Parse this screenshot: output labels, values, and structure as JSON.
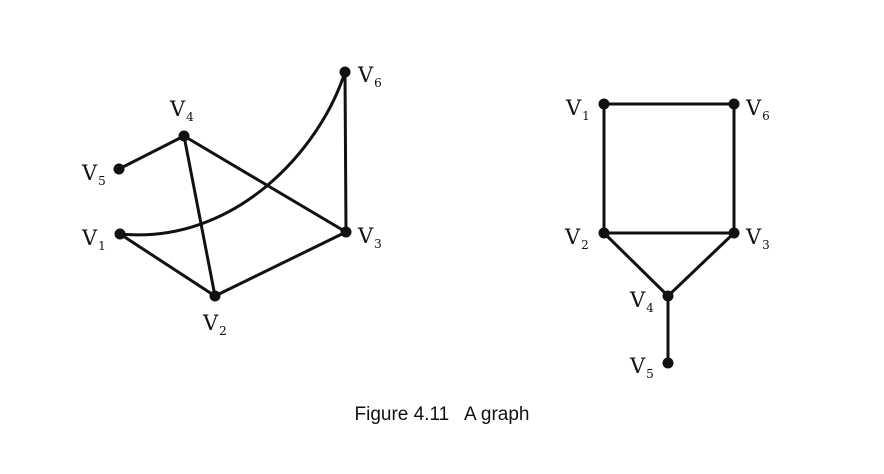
{
  "caption": "Figure 4.11   A graph",
  "graphs": [
    {
      "id": "left",
      "nodes": [
        {
          "id": "v1",
          "label": "V",
          "sub": "1"
        },
        {
          "id": "v2",
          "label": "V",
          "sub": "2"
        },
        {
          "id": "v3",
          "label": "V",
          "sub": "3"
        },
        {
          "id": "v4",
          "label": "V",
          "sub": "4"
        },
        {
          "id": "v5",
          "label": "V",
          "sub": "5"
        },
        {
          "id": "v6",
          "label": "V",
          "sub": "6"
        }
      ],
      "edges": [
        [
          "v5",
          "v4"
        ],
        [
          "v4",
          "v2"
        ],
        [
          "v4",
          "v3"
        ],
        [
          "v1",
          "v2"
        ],
        [
          "v2",
          "v3"
        ],
        [
          "v1",
          "v6"
        ],
        [
          "v6",
          "v3"
        ]
      ]
    },
    {
      "id": "right",
      "nodes": [
        {
          "id": "v1",
          "label": "V",
          "sub": "1"
        },
        {
          "id": "v2",
          "label": "V",
          "sub": "2"
        },
        {
          "id": "v3",
          "label": "V",
          "sub": "3"
        },
        {
          "id": "v4",
          "label": "V",
          "sub": "4"
        },
        {
          "id": "v5",
          "label": "V",
          "sub": "5"
        },
        {
          "id": "v6",
          "label": "V",
          "sub": "6"
        }
      ],
      "edges": [
        [
          "v1",
          "v6"
        ],
        [
          "v1",
          "v2"
        ],
        [
          "v6",
          "v3"
        ],
        [
          "v2",
          "v3"
        ],
        [
          "v2",
          "v4"
        ],
        [
          "v3",
          "v4"
        ],
        [
          "v4",
          "v5"
        ]
      ]
    }
  ]
}
